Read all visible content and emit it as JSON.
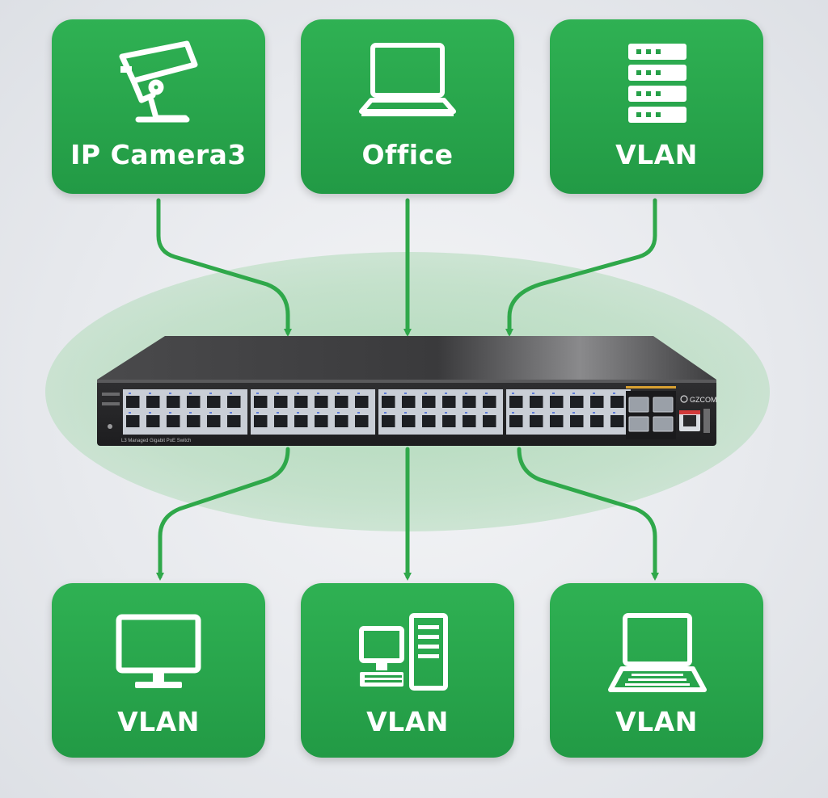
{
  "tiles": {
    "top_left": {
      "label": "IP Camera3",
      "icon": "security-camera-icon"
    },
    "top_mid": {
      "label": "Office",
      "icon": "laptop-icon"
    },
    "top_right": {
      "label": "VLAN",
      "icon": "server-rack-icon"
    },
    "bot_left": {
      "label": "VLAN",
      "icon": "monitor-icon"
    },
    "bot_mid": {
      "label": "VLAN",
      "icon": "desktop-computer-icon"
    },
    "bot_right": {
      "label": "VLAN",
      "icon": "laptop-icon"
    }
  },
  "device": {
    "brand": "GZCOM",
    "model_caption": "L3 Managed Gigabit PoE Switch",
    "ports_per_row": 24,
    "rj45_rows": 2,
    "sfp_ports": 4
  },
  "colors": {
    "tile_green": "#2aa84b",
    "link_green": "#2fa84a",
    "halo_green": "#b4dcbd",
    "switch_body": "#2c2c2e"
  }
}
